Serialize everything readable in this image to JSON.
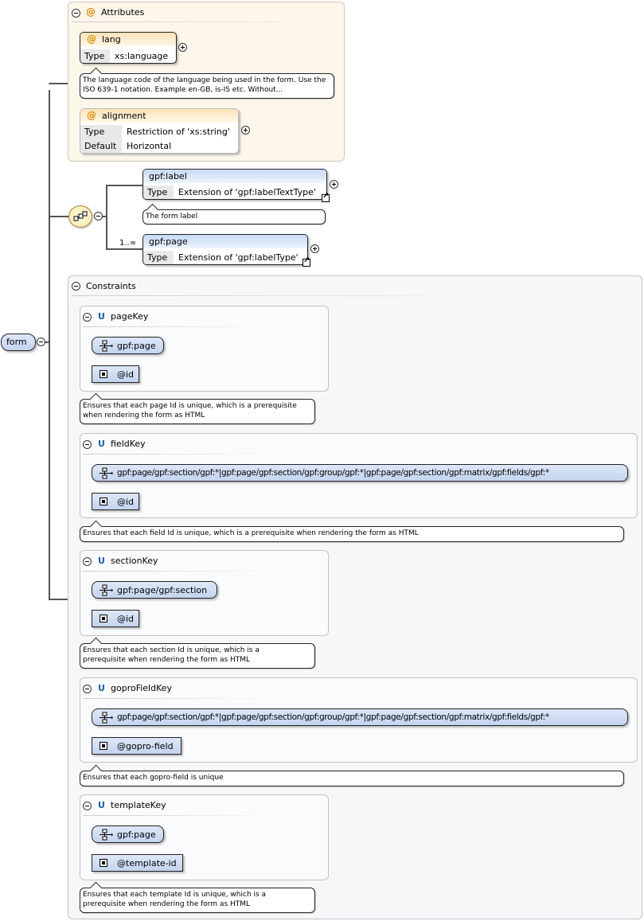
{
  "root": {
    "label": "form"
  },
  "attributes": {
    "title": "Attributes",
    "lang": {
      "name": "lang",
      "rows": [
        {
          "key": "Type",
          "value": "xs:language"
        }
      ],
      "note": "The language code of the language being used in the form. Use the ISO 639-1 notation. Example en-GB, is-IS etc. Without..."
    },
    "alignment": {
      "name": "alignment",
      "rows": [
        {
          "key": "Type",
          "value": "Restriction of 'xs:string'"
        },
        {
          "key": "Default",
          "value": "Horizontal"
        }
      ]
    }
  },
  "sequence": {
    "label": {
      "name": "gpf:label",
      "rows": [
        {
          "key": "Type",
          "value": "Extension of 'gpf:labelTextType'"
        }
      ],
      "note": "The form label"
    },
    "page": {
      "name": "gpf:page",
      "cardinality": "1..∞",
      "rows": [
        {
          "key": "Type",
          "value": "Extension of 'gpf:labelType'"
        }
      ]
    }
  },
  "constraints": {
    "title": "Constraints",
    "unique_marker": "U",
    "items": [
      {
        "name": "pageKey",
        "selector": "gpf:page",
        "field": "@id",
        "note_lines": [
          "Ensures that each page Id is unique, which is a prerequisite",
          "when rendering the form as HTML"
        ]
      },
      {
        "name": "fieldKey",
        "selector": "gpf:page/gpf:section/gpf:*|gpf:page/gpf:section/gpf:group/gpf:*|gpf:page/gpf:section/gpf:matrix/gpf:fields/gpf:*",
        "field": "@id",
        "note_lines": [
          "Ensures that each field Id is unique, which is a prerequisite when rendering the form as HTML"
        ]
      },
      {
        "name": "sectionKey",
        "selector": "gpf:page/gpf:section",
        "field": "@id",
        "note_lines": [
          "Ensures that each section Id is unique, which is a",
          "prerequisite when rendering the form as HTML"
        ]
      },
      {
        "name": "goproFieldKey",
        "selector": "gpf:page/gpf:section/gpf:*|gpf:page/gpf:section/gpf:group/gpf:*|gpf:page/gpf:section/gpf:matrix/gpf:fields/gpf:*",
        "field": "@gopro-field",
        "note_lines": [
          "Ensures that each gopro-field is unique"
        ]
      },
      {
        "name": "templateKey",
        "selector": "gpf:page",
        "field": "@template-id",
        "note_lines": [
          "Ensures that each template Id is unique, which is a",
          "prerequisite when rendering the form as HTML"
        ]
      }
    ]
  },
  "colors": {
    "attr_bg": "#fdf6eb",
    "constraint_bg": "#f6f7f9",
    "accent_orange": "#e38b00",
    "unique_blue": "#1a5fb4",
    "header_blue": "#c6d9f5"
  },
  "icons": {
    "collapse": "minus-circle-icon",
    "expand": "plus-circle-icon",
    "sequence": "sequence-icon",
    "selector": "xpath-selector-icon",
    "field": "field-square-icon",
    "external": "external-link-icon"
  }
}
